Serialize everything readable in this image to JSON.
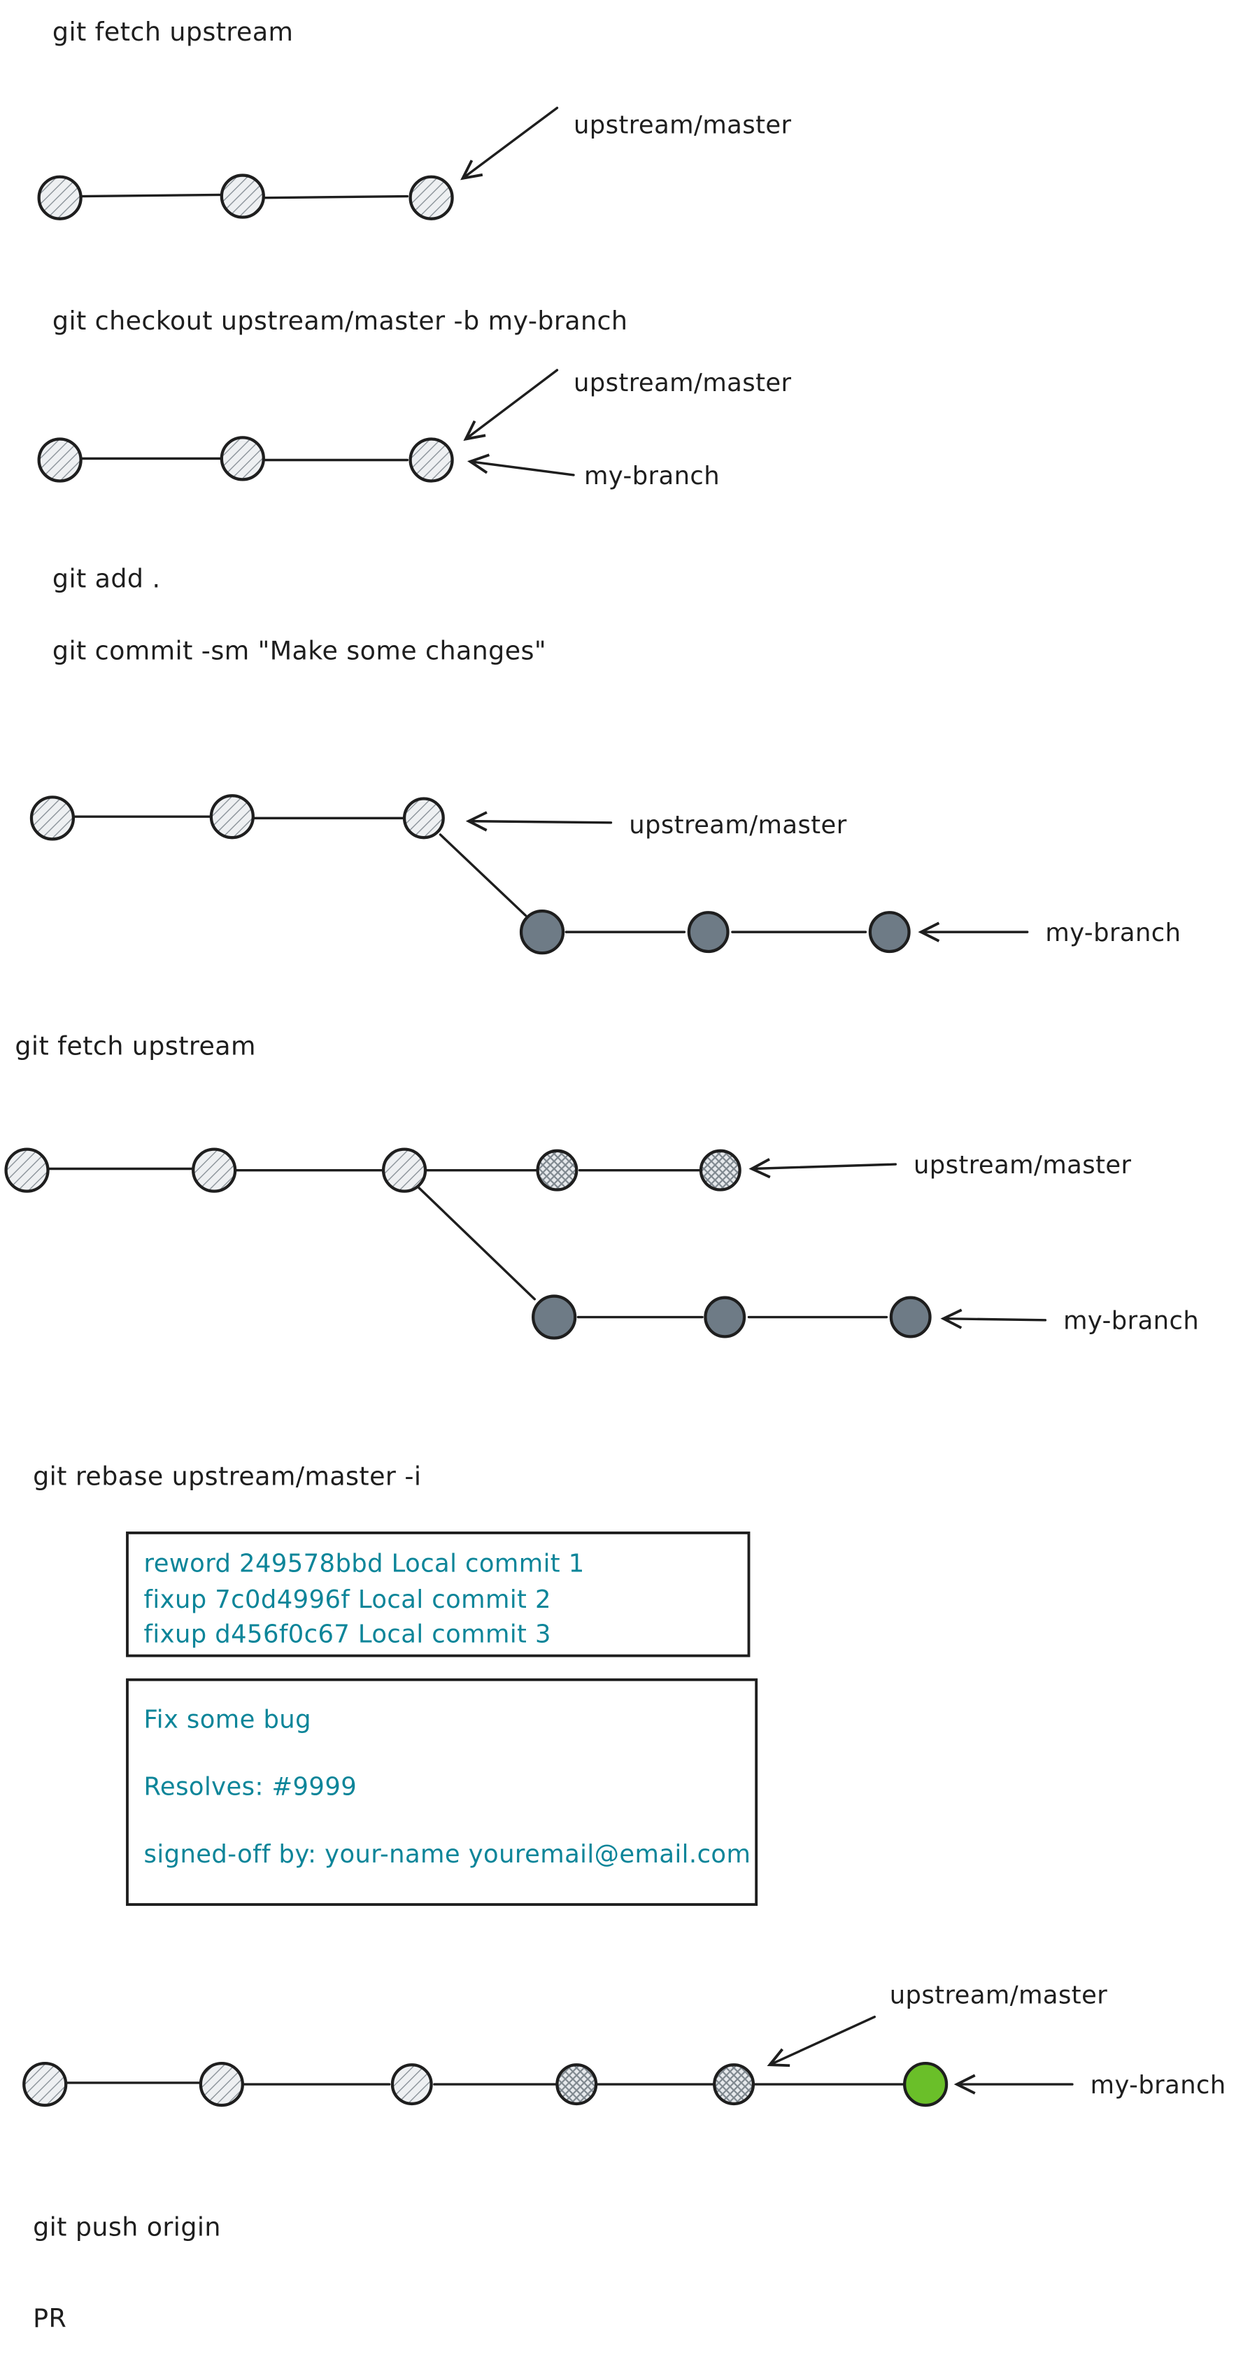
{
  "colors": {
    "ink": "#1e1e1e",
    "teal": "#0c8599",
    "commit_light": "#eef0f2",
    "commit_dark": "#6e7b86",
    "commit_green": "#6abf29",
    "background": "#ffffff"
  },
  "commands": {
    "fetch_1": "git fetch upstream",
    "checkout": "git checkout upstream/master -b my-branch",
    "add": "git add .",
    "commit": "git commit -sm \"Make some changes\"",
    "fetch_2": "git fetch upstream",
    "rebase": "git rebase upstream/master -i",
    "push": "git push origin",
    "pr": "PR"
  },
  "labels": {
    "upstream_master": "upstream/master",
    "my_branch": "my-branch"
  },
  "rebase_todo": [
    "reword 249578bbd Local commit 1",
    "fixup 7c0d4996f Local commit 2",
    "fixup d456f0c67 Local commit 3"
  ],
  "commit_message": [
    "Fix some bug",
    "Resolves: #9999",
    "signed-off by: your-name youremail@email.com"
  ]
}
